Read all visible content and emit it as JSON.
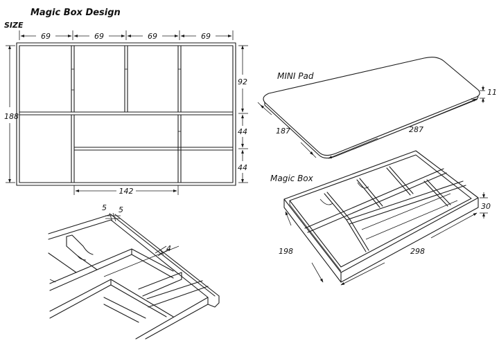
{
  "title": "Magic Box Design",
  "size_label": "SIZE",
  "top_view": {
    "col_widths": [
      "69",
      "69",
      "69",
      "69"
    ],
    "height": "188",
    "row_heights": [
      "92",
      "44",
      "44"
    ],
    "bottom_width": "142"
  },
  "mini_pad": {
    "label": "MINI Pad",
    "width": "187",
    "length": "287",
    "thickness": "11"
  },
  "magic_box": {
    "label": "Magic Box",
    "width": "198",
    "length": "298",
    "height": "30"
  },
  "detail": {
    "wall_a": "5",
    "wall_b": "5",
    "divider": "4"
  }
}
